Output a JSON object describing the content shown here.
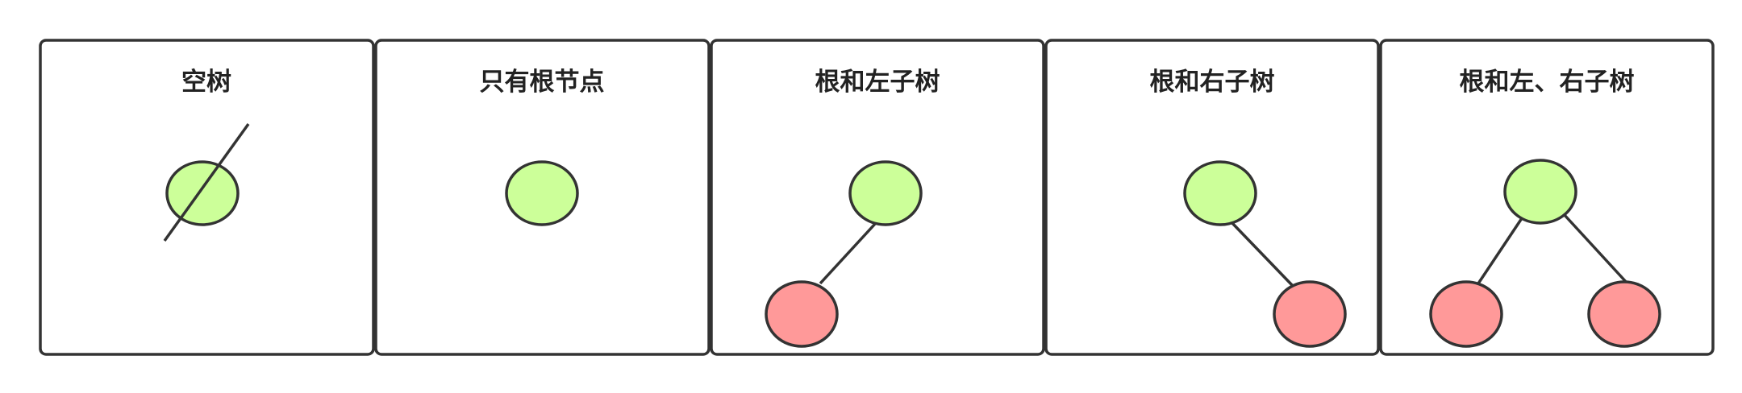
{
  "colors": {
    "root_node": "#ccff99",
    "child_node": "#ff9999",
    "outline": "#333333"
  },
  "panels": [
    {
      "title": "空树",
      "nodes": [
        "root"
      ],
      "crossed_out": true
    },
    {
      "title": "只有根节点",
      "nodes": [
        "root"
      ]
    },
    {
      "title": "根和左子树",
      "nodes": [
        "root",
        "left"
      ]
    },
    {
      "title": "根和右子树",
      "nodes": [
        "root",
        "right"
      ]
    },
    {
      "title": "根和左、右子树",
      "nodes": [
        "root",
        "left",
        "right"
      ]
    }
  ]
}
